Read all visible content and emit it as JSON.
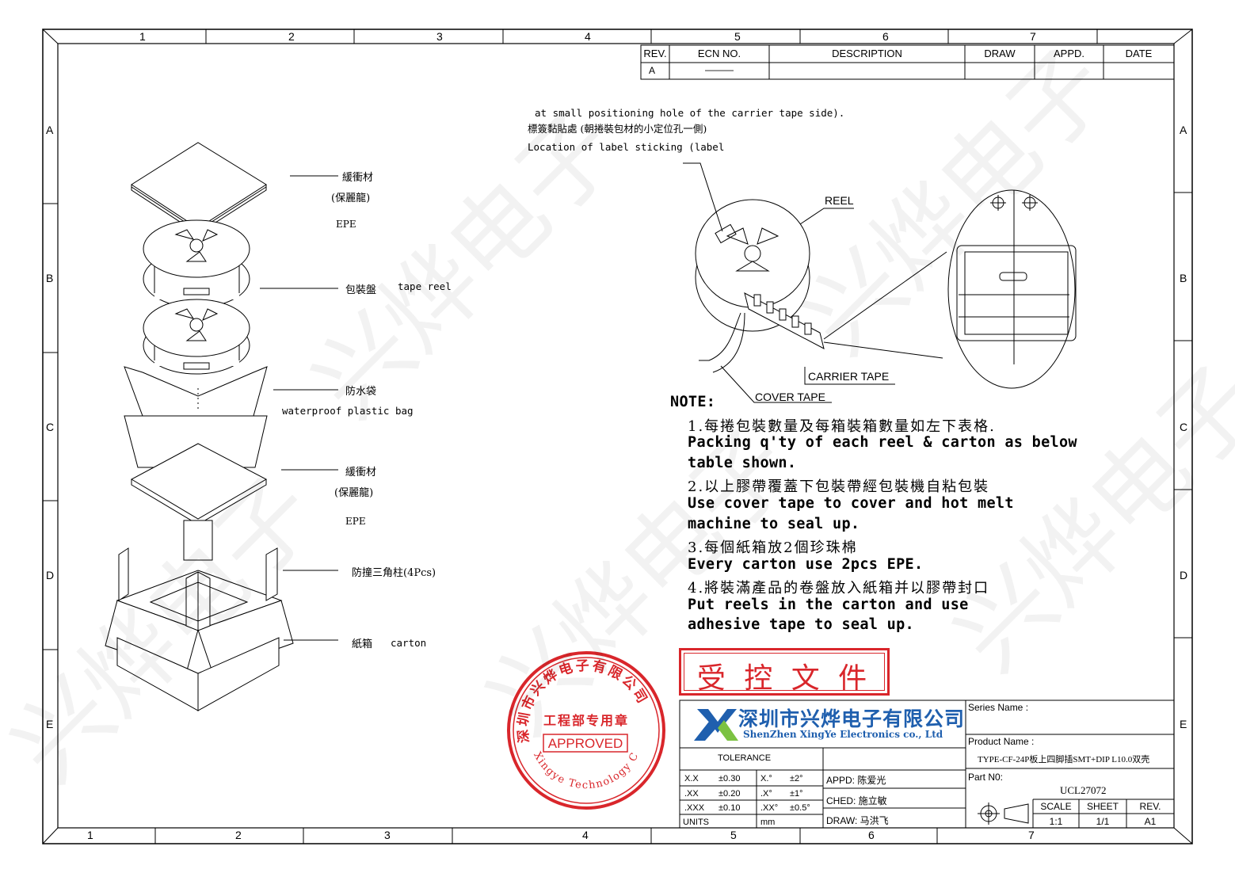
{
  "border": {
    "top_zones": [
      "1",
      "2",
      "3",
      "4",
      "5",
      "6",
      "7"
    ],
    "bottom_zones": [
      "1",
      "2",
      "3",
      "4",
      "5",
      "6",
      "7"
    ],
    "side_rows": [
      "A",
      "B",
      "C",
      "D",
      "E"
    ]
  },
  "revision_block": {
    "headers": {
      "rev": "REV.",
      "ecn": "ECN  NO.",
      "description": "DESCRIPTION",
      "draw": "DRAW",
      "appd": "APPD.",
      "date": "DATE"
    },
    "row": {
      "rev": "A",
      "ecn": "———"
    }
  },
  "packaging_labels": {
    "cushion_top_cn": "緩衝材",
    "cushion_top_paren": "(保麗龍)",
    "cushion_top_en": "EPE",
    "reel_cn": "包裝盤",
    "reel_en": "tape reel",
    "bag_cn": "防水袋",
    "bag_en": "waterproof plastic bag",
    "cushion_bottom_cn": "緩衝材",
    "cushion_bottom_paren": "(保麗龍)",
    "cushion_bottom_en": "EPE",
    "corner_cn": "防撞三角柱(4Pcs)",
    "carton_cn": "紙箱",
    "carton_en": "carton"
  },
  "reel_labels": {
    "label_loc_line1": "at small positioning hole of the carrier tape side).",
    "label_loc_line2": "標簽黏貼處 (朝捲裝包材的小定位孔一側)",
    "label_loc_line3": "Location of label sticking (label",
    "reel": "REEL",
    "carrier_tape": "CARRIER TAPE",
    "cover_tape": "COVER TAPE"
  },
  "notes": {
    "title": "NOTE:",
    "n1_cn": "1.每捲包裝數量及每箱裝箱數量如左下表格.",
    "n1_en1": "Packing q'ty of each reel & carton as below",
    "n1_en2": "table shown.",
    "n2_cn": "2.以上膠帶覆蓋下包裝帶經包裝機自粘包裝",
    "n2_en1": "Use cover tape to cover and hot melt",
    "n2_en2": "machine to seal up.",
    "n3_cn": "3.每個紙箱放2個珍珠棉",
    "n3_en": "Every carton use 2pcs EPE.",
    "n4_cn": "4.將裝滿產品的卷盤放入紙箱并以膠帶封口",
    "n4_en1": "Put reels in the carton and use",
    "n4_en2": "adhesive tape to seal up."
  },
  "stamps": {
    "controlled_doc": "受 控 文 件",
    "seal_ring_text": "深圳市兴烨电子有限公司",
    "seal_ring_en": "Xingye Technology Co.,Ltd",
    "seal_center": "工程部专用章",
    "seal_approved": "APPROVED"
  },
  "title_block": {
    "company_cn": "深圳市兴烨电子有限公司",
    "company_en": "ShenZhen XingYe Electronics co., Ltd",
    "series_label": "Series Name :",
    "product_label": "Product Name :",
    "product_name": "TYPE-CF-24P板上四脚插SMT+DIP L10.0双壳",
    "part_label": "Part N0:",
    "part_no": "UCL27072",
    "tolerance": "TOLERANCE",
    "tol_rows": [
      {
        "a": "X.X",
        "b": "±0.30",
        "c": "X.°",
        "d": "±2°"
      },
      {
        "a": ".XX",
        "b": "±0.20",
        "c": ".X°",
        "d": "±1°"
      },
      {
        "a": ".XXX",
        "b": "±0.10",
        "c": ".XX°",
        "d": "±0.5°"
      }
    ],
    "units_label": "UNITS",
    "units_value": "mm",
    "appd": "APPD: 陈爱光",
    "ched": "CHED: 施立敏",
    "draw": "DRAW: 马洪飞",
    "scale_label": "SCALE",
    "scale_value": "1:1",
    "sheet_label": "SHEET",
    "sheet_value": "1/1",
    "rev_label": "REV.",
    "rev_value": "A1"
  },
  "watermark": "兴烨电子",
  "colors": {
    "stamp_red": "#d9262b",
    "logo_blue": "#1f5fae",
    "logo_green": "#7cc242"
  }
}
